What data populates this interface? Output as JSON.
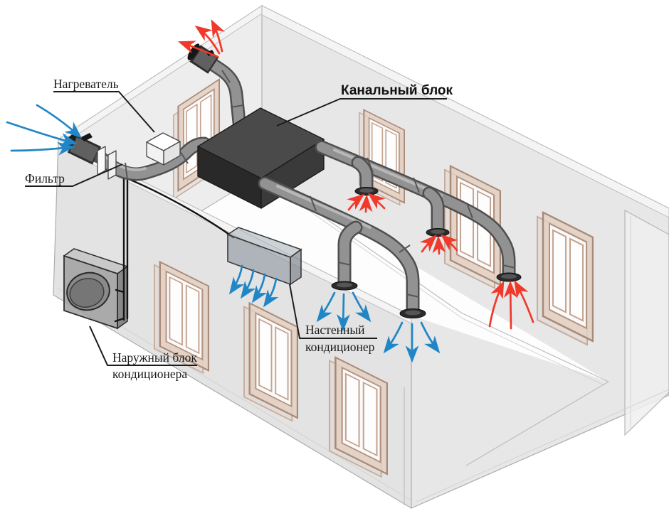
{
  "diagram": {
    "type": "hvac-ducted-ventilation-isometric",
    "labels": {
      "heater": "Нагреватель",
      "filter": "Фильтр",
      "duct_unit": "Канальный блок",
      "wall_conditioner": {
        "line1": "Настенный",
        "line2": "кондиционер"
      },
      "outdoor_unit": {
        "line1": "Наружный блок",
        "line2": "кондиционера"
      }
    },
    "colors": {
      "background": "#ffffff",
      "supply_air": "#2186c6",
      "exhaust_air": "#f0392b",
      "duct_gray": "#929292",
      "duct_outline": "#4f4f4f",
      "duct_unit_box": "#3a3a3a",
      "wall_fill": "#e7e7e7",
      "window_frame": "#a98a79"
    }
  }
}
